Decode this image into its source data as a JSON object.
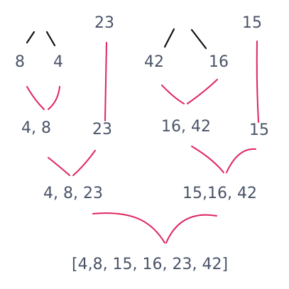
{
  "colors": {
    "text": "#4a5468",
    "connector": "#e0245e",
    "stub": "#111111"
  },
  "diagram": {
    "top": {
      "n8": "8",
      "n4": "4",
      "n23": "23",
      "n42": "42",
      "n16": "16",
      "n15": "15"
    },
    "level2": {
      "pair_a": "4, 8",
      "n23": "23",
      "pair_b": "16, 42",
      "n15": "15"
    },
    "level3": {
      "left": "4, 8, 23",
      "right": "15,16, 42"
    },
    "result": "[4,8, 15, 16, 23, 42]"
  }
}
